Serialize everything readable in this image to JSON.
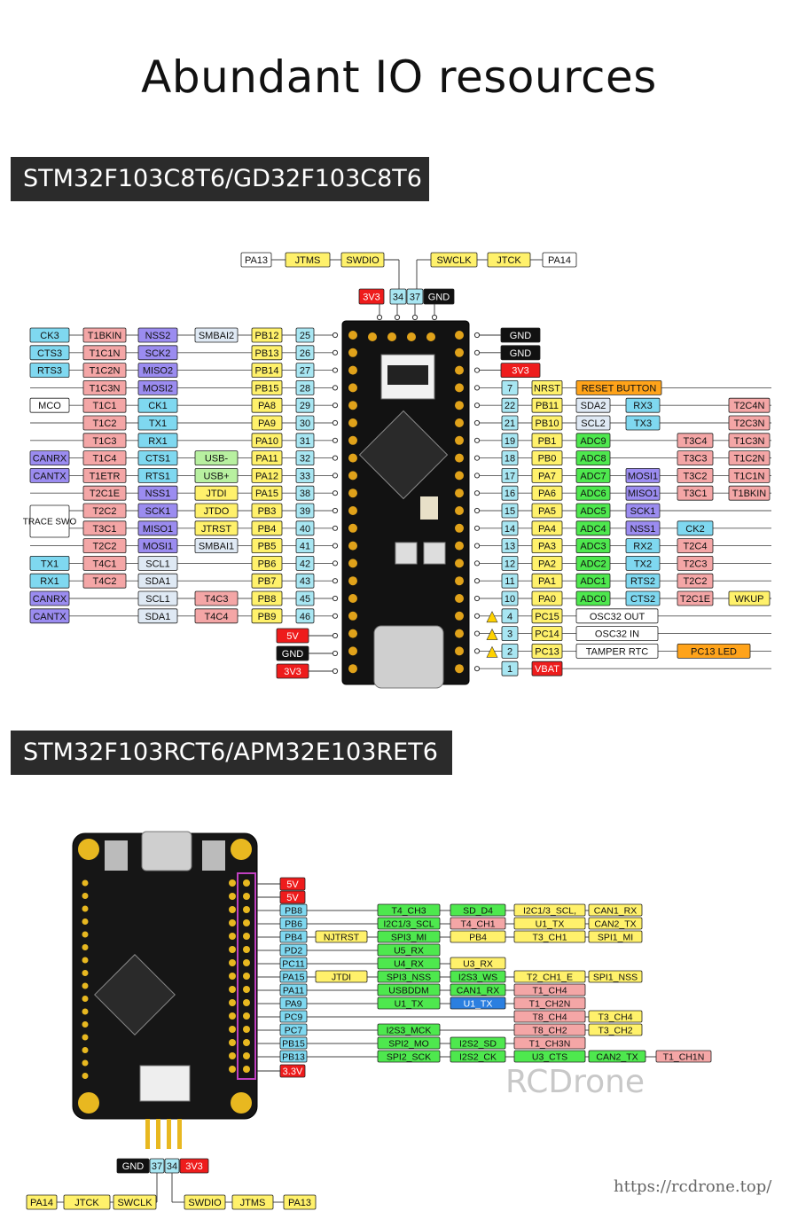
{
  "title": "Abundant IO resources",
  "section1": {
    "banner": "STM32F103C8T6/GD32F103C8T6"
  },
  "section2": {
    "banner": "STM32F103RCT6/APM32E103RET6"
  },
  "watermark": "RCDrone",
  "url": "https://rcdrone.top/",
  "colors": {
    "cyan": "#7fd8f0",
    "salmon": "#f4a6a6",
    "purple": "#9b8cf0",
    "pale": "#dfe9f4",
    "yellow": "#fff16b",
    "green": "#4ee84e",
    "red": "#ee1c1c",
    "black": "#111111",
    "orange": "#ffa31a",
    "numcyan": "#a8e6f2",
    "blue": "#2b7fe0",
    "white": "#ffffff"
  },
  "d1": {
    "top": [
      {
        "t": "PA13",
        "c": "white"
      },
      {
        "t": "JTMS",
        "c": "yellow"
      },
      {
        "t": "SWDIO",
        "c": "yellow"
      },
      {
        "t": "SWCLK",
        "c": "yellow"
      },
      {
        "t": "JTCK",
        "c": "yellow"
      },
      {
        "t": "PA14",
        "c": "white"
      },
      {
        "t": "3V3",
        "c": "red"
      },
      {
        "t": "34",
        "c": "numcyan"
      },
      {
        "t": "37",
        "c": "numcyan"
      },
      {
        "t": "GND",
        "c": "black"
      }
    ],
    "left_rows": [
      [
        {
          "t": "CK3",
          "c": "cyan"
        },
        {
          "t": "T1BKIN",
          "c": "salmon"
        },
        {
          "t": "NSS2",
          "c": "purple"
        },
        {
          "t": "SMBAI2",
          "c": "pale"
        },
        {
          "t": "PB12",
          "c": "yellow"
        },
        {
          "t": "25",
          "c": "numcyan"
        }
      ],
      [
        {
          "t": "CTS3",
          "c": "cyan"
        },
        {
          "t": "T1C1N",
          "c": "salmon"
        },
        {
          "t": "SCK2",
          "c": "purple"
        },
        null,
        {
          "t": "PB13",
          "c": "yellow"
        },
        {
          "t": "26",
          "c": "numcyan"
        }
      ],
      [
        {
          "t": "RTS3",
          "c": "cyan"
        },
        {
          "t": "T1C2N",
          "c": "salmon"
        },
        {
          "t": "MISO2",
          "c": "purple"
        },
        null,
        {
          "t": "PB14",
          "c": "yellow"
        },
        {
          "t": "27",
          "c": "numcyan"
        }
      ],
      [
        null,
        {
          "t": "T1C3N",
          "c": "salmon"
        },
        {
          "t": "MOSI2",
          "c": "purple"
        },
        null,
        {
          "t": "PB15",
          "c": "yellow"
        },
        {
          "t": "28",
          "c": "numcyan"
        }
      ],
      [
        {
          "t": "MCO",
          "c": "white"
        },
        {
          "t": "T1C1",
          "c": "salmon"
        },
        {
          "t": "CK1",
          "c": "cyan"
        },
        null,
        {
          "t": "PA8",
          "c": "yellow"
        },
        {
          "t": "29",
          "c": "numcyan"
        }
      ],
      [
        null,
        {
          "t": "T1C2",
          "c": "salmon"
        },
        {
          "t": "TX1",
          "c": "cyan"
        },
        null,
        {
          "t": "PA9",
          "c": "yellow"
        },
        {
          "t": "30",
          "c": "numcyan"
        }
      ],
      [
        null,
        {
          "t": "T1C3",
          "c": "salmon"
        },
        {
          "t": "RX1",
          "c": "cyan"
        },
        null,
        {
          "t": "PA10",
          "c": "yellow"
        },
        {
          "t": "31",
          "c": "numcyan"
        }
      ],
      [
        {
          "t": "CANRX",
          "c": "purple"
        },
        {
          "t": "T1C4",
          "c": "salmon"
        },
        {
          "t": "CTS1",
          "c": "cyan"
        },
        {
          "t": "USB-",
          "c": "green2"
        },
        {
          "t": "PA11",
          "c": "yellow"
        },
        {
          "t": "32",
          "c": "numcyan"
        }
      ],
      [
        {
          "t": "CANTX",
          "c": "purple"
        },
        {
          "t": "T1ETR",
          "c": "salmon"
        },
        {
          "t": "RTS1",
          "c": "cyan"
        },
        {
          "t": "USB+",
          "c": "green2"
        },
        {
          "t": "PA12",
          "c": "yellow"
        },
        {
          "t": "33",
          "c": "numcyan"
        }
      ],
      [
        null,
        {
          "t": "T2C1E",
          "c": "salmon"
        },
        {
          "t": "NSS1",
          "c": "purple"
        },
        {
          "t": "JTDI",
          "c": "yellow"
        },
        {
          "t": "PA15",
          "c": "yellow"
        },
        {
          "t": "38",
          "c": "numcyan"
        }
      ],
      [
        null,
        {
          "t": "T2C2",
          "c": "salmon"
        },
        {
          "t": "SCK1",
          "c": "purple"
        },
        {
          "t": "JTDO",
          "c": "yellow"
        },
        {
          "t": "PB3",
          "c": "yellow"
        },
        {
          "t": "39",
          "c": "numcyan"
        }
      ],
      [
        null,
        {
          "t": "T3C1",
          "c": "salmon"
        },
        {
          "t": "MISO1",
          "c": "purple"
        },
        {
          "t": "JTRST",
          "c": "yellow"
        },
        {
          "t": "PB4",
          "c": "yellow"
        },
        {
          "t": "40",
          "c": "numcyan"
        }
      ],
      [
        null,
        {
          "t": "T2C2",
          "c": "salmon"
        },
        {
          "t": "MOSI1",
          "c": "purple"
        },
        {
          "t": "SMBAI1",
          "c": "pale"
        },
        {
          "t": "PB5",
          "c": "yellow"
        },
        {
          "t": "41",
          "c": "numcyan"
        }
      ],
      [
        {
          "t": "TX1",
          "c": "cyan"
        },
        {
          "t": "T4C1",
          "c": "salmon"
        },
        {
          "t": "SCL1",
          "c": "pale"
        },
        null,
        {
          "t": "PB6",
          "c": "yellow"
        },
        {
          "t": "42",
          "c": "numcyan"
        }
      ],
      [
        {
          "t": "RX1",
          "c": "cyan"
        },
        {
          "t": "T4C2",
          "c": "salmon"
        },
        {
          "t": "SDA1",
          "c": "pale"
        },
        null,
        {
          "t": "PB7",
          "c": "yellow"
        },
        {
          "t": "43",
          "c": "numcyan"
        }
      ],
      [
        {
          "t": "CANRX",
          "c": "purple"
        },
        null,
        {
          "t": "SCL1",
          "c": "pale"
        },
        {
          "t": "T4C3",
          "c": "salmon"
        },
        {
          "t": "PB8",
          "c": "yellow"
        },
        {
          "t": "45",
          "c": "numcyan"
        }
      ],
      [
        {
          "t": "CANTX",
          "c": "purple"
        },
        null,
        {
          "t": "SDA1",
          "c": "pale"
        },
        {
          "t": "T4C4",
          "c": "salmon"
        },
        {
          "t": "PB9",
          "c": "yellow"
        },
        {
          "t": "46",
          "c": "numcyan"
        }
      ]
    ],
    "trace": [
      "TRACE",
      "SWO"
    ],
    "left_power": [
      {
        "t": "5V",
        "c": "red"
      },
      {
        "t": "GND",
        "c": "black"
      },
      {
        "t": "3V3",
        "c": "red"
      }
    ],
    "right_rows": [
      [
        {
          "t": "GND",
          "c": "black"
        }
      ],
      [
        {
          "t": "GND",
          "c": "black"
        }
      ],
      [
        {
          "t": "3V3",
          "c": "red"
        }
      ],
      [
        {
          "t": "7",
          "c": "numcyan"
        },
        {
          "t": "NRST",
          "c": "yellow"
        },
        {
          "t": "RESET BUTTON",
          "c": "orange"
        }
      ],
      [
        {
          "t": "22",
          "c": "numcyan"
        },
        {
          "t": "PB11",
          "c": "yellow"
        },
        {
          "t": "SDA2",
          "c": "pale"
        },
        {
          "t": "RX3",
          "c": "cyan"
        },
        null,
        {
          "t": "T2C4N",
          "c": "salmon"
        }
      ],
      [
        {
          "t": "21",
          "c": "numcyan"
        },
        {
          "t": "PB10",
          "c": "yellow"
        },
        {
          "t": "SCL2",
          "c": "pale"
        },
        {
          "t": "TX3",
          "c": "cyan"
        },
        null,
        {
          "t": "T2C3N",
          "c": "salmon"
        }
      ],
      [
        {
          "t": "19",
          "c": "numcyan"
        },
        {
          "t": "PB1",
          "c": "yellow"
        },
        {
          "t": "ADC9",
          "c": "green"
        },
        null,
        {
          "t": "T3C4",
          "c": "salmon"
        },
        {
          "t": "T1C3N",
          "c": "salmon"
        }
      ],
      [
        {
          "t": "18",
          "c": "numcyan"
        },
        {
          "t": "PB0",
          "c": "yellow"
        },
        {
          "t": "ADC8",
          "c": "green"
        },
        null,
        {
          "t": "T3C3",
          "c": "salmon"
        },
        {
          "t": "T1C2N",
          "c": "salmon"
        }
      ],
      [
        {
          "t": "17",
          "c": "numcyan"
        },
        {
          "t": "PA7",
          "c": "yellow"
        },
        {
          "t": "ADC7",
          "c": "green"
        },
        {
          "t": "MOSI1",
          "c": "purple"
        },
        {
          "t": "T3C2",
          "c": "salmon"
        },
        {
          "t": "T1C1N",
          "c": "salmon"
        }
      ],
      [
        {
          "t": "16",
          "c": "numcyan"
        },
        {
          "t": "PA6",
          "c": "yellow"
        },
        {
          "t": "ADC6",
          "c": "green"
        },
        {
          "t": "MISO1",
          "c": "purple"
        },
        {
          "t": "T3C1",
          "c": "salmon"
        },
        {
          "t": "T1BKIN",
          "c": "salmon"
        }
      ],
      [
        {
          "t": "15",
          "c": "numcyan"
        },
        {
          "t": "PA5",
          "c": "yellow"
        },
        {
          "t": "ADC5",
          "c": "green"
        },
        {
          "t": "SCK1",
          "c": "purple"
        }
      ],
      [
        {
          "t": "14",
          "c": "numcyan"
        },
        {
          "t": "PA4",
          "c": "yellow"
        },
        {
          "t": "ADC4",
          "c": "green"
        },
        {
          "t": "NSS1",
          "c": "purple"
        },
        {
          "t": "CK2",
          "c": "cyan"
        }
      ],
      [
        {
          "t": "13",
          "c": "numcyan"
        },
        {
          "t": "PA3",
          "c": "yellow"
        },
        {
          "t": "ADC3",
          "c": "green"
        },
        {
          "t": "RX2",
          "c": "cyan"
        },
        {
          "t": "T2C4",
          "c": "salmon"
        }
      ],
      [
        {
          "t": "12",
          "c": "numcyan"
        },
        {
          "t": "PA2",
          "c": "yellow"
        },
        {
          "t": "ADC2",
          "c": "green"
        },
        {
          "t": "TX2",
          "c": "cyan"
        },
        {
          "t": "T2C3",
          "c": "salmon"
        }
      ],
      [
        {
          "t": "11",
          "c": "numcyan"
        },
        {
          "t": "PA1",
          "c": "yellow"
        },
        {
          "t": "ADC1",
          "c": "green"
        },
        {
          "t": "RTS2",
          "c": "cyan"
        },
        {
          "t": "T2C2",
          "c": "salmon"
        }
      ],
      [
        {
          "t": "10",
          "c": "numcyan"
        },
        {
          "t": "PA0",
          "c": "yellow"
        },
        {
          "t": "ADC0",
          "c": "green"
        },
        {
          "t": "CTS2",
          "c": "cyan"
        },
        {
          "t": "T2C1E",
          "c": "salmon"
        },
        {
          "t": "WKUP",
          "c": "yellow"
        }
      ],
      [
        {
          "t": "4",
          "c": "numcyan"
        },
        {
          "t": "PC15",
          "c": "yellow"
        },
        {
          "t": "OSC32 OUT",
          "c": "white"
        }
      ],
      [
        {
          "t": "3",
          "c": "numcyan"
        },
        {
          "t": "PC14",
          "c": "yellow"
        },
        {
          "t": "OSC32 IN",
          "c": "white"
        }
      ],
      [
        {
          "t": "2",
          "c": "numcyan"
        },
        {
          "t": "PC13",
          "c": "yellow"
        },
        {
          "t": "TAMPER RTC",
          "c": "white"
        },
        {
          "t": "PC13 LED",
          "c": "orange"
        }
      ],
      [
        {
          "t": "1",
          "c": "numcyan"
        },
        {
          "t": "VBAT",
          "c": "red"
        }
      ]
    ]
  },
  "d2": {
    "power_top": [
      {
        "t": "5V",
        "c": "red"
      },
      {
        "t": "5V",
        "c": "red"
      }
    ],
    "rows": [
      [
        {
          "t": "PB8",
          "c": "cyan"
        },
        null,
        {
          "t": "T4_CH3",
          "c": "green"
        },
        {
          "t": "SD_D4",
          "c": "green"
        },
        {
          "t": "I2C1/3_SCL,",
          "c": "yellow"
        },
        {
          "t": "CAN1_RX",
          "c": "yellow"
        }
      ],
      [
        {
          "t": "PB6",
          "c": "cyan"
        },
        null,
        {
          "t": "I2C1/3_SCL",
          "c": "green"
        },
        {
          "t": "T4_CH1",
          "c": "salmon"
        },
        {
          "t": "U1_TX",
          "c": "yellow"
        },
        {
          "t": "CAN2_TX",
          "c": "yellow"
        }
      ],
      [
        {
          "t": "PB4",
          "c": "cyan"
        },
        {
          "t": "NJTRST",
          "c": "yellow"
        },
        {
          "t": "SPI3_MI",
          "c": "green"
        },
        {
          "t": "PB4",
          "c": "yellow"
        },
        {
          "t": "T3_CH1",
          "c": "yellow"
        },
        {
          "t": "SPI1_MI",
          "c": "yellow"
        }
      ],
      [
        {
          "t": "PD2",
          "c": "cyan"
        },
        null,
        {
          "t": "U5_RX",
          "c": "green"
        }
      ],
      [
        {
          "t": "PC11",
          "c": "cyan"
        },
        null,
        {
          "t": "U4_RX",
          "c": "green"
        },
        {
          "t": "U3_RX",
          "c": "yellow"
        }
      ],
      [
        {
          "t": "PA15",
          "c": "cyan"
        },
        {
          "t": "JTDI",
          "c": "yellow"
        },
        {
          "t": "SPI3_NSS",
          "c": "green"
        },
        {
          "t": "I2S3_WS",
          "c": "green"
        },
        {
          "t": "T2_CH1_E",
          "c": "yellow"
        },
        {
          "t": "SPI1_NSS",
          "c": "yellow"
        }
      ],
      [
        {
          "t": "PA11",
          "c": "cyan"
        },
        null,
        {
          "t": "USBDDM",
          "c": "green"
        },
        {
          "t": "CAN1_RX",
          "c": "green"
        },
        {
          "t": "T1_CH4",
          "c": "salmon"
        }
      ],
      [
        {
          "t": "PA9",
          "c": "cyan"
        },
        null,
        {
          "t": "U1_TX",
          "c": "green"
        },
        {
          "t": "U1_TX",
          "c": "blue"
        },
        {
          "t": "T1_CH2N",
          "c": "salmon"
        }
      ],
      [
        {
          "t": "PC9",
          "c": "cyan"
        },
        null,
        null,
        null,
        {
          "t": "T8_CH4",
          "c": "salmon"
        },
        {
          "t": "T3_CH4",
          "c": "yellow"
        }
      ],
      [
        {
          "t": "PC7",
          "c": "cyan"
        },
        null,
        {
          "t": "I2S3_MCK",
          "c": "green"
        },
        null,
        {
          "t": "T8_CH2",
          "c": "salmon"
        },
        {
          "t": "T3_CH2",
          "c": "yellow"
        }
      ],
      [
        {
          "t": "PB15",
          "c": "cyan"
        },
        null,
        {
          "t": "SPI2_MO",
          "c": "green"
        },
        {
          "t": "I2S2_SD",
          "c": "green"
        },
        {
          "t": "T1_CH3N",
          "c": "salmon"
        }
      ],
      [
        {
          "t": "PB13",
          "c": "cyan"
        },
        null,
        {
          "t": "SPI2_SCK",
          "c": "green"
        },
        {
          "t": "I2S2_CK",
          "c": "green"
        },
        {
          "t": "U3_CTS",
          "c": "green"
        },
        {
          "t": "CAN2_TX",
          "c": "green"
        },
        {
          "t": "T1_CH1N",
          "c": "salmon"
        }
      ]
    ],
    "power_bottom": {
      "t": "3.3V",
      "c": "red"
    },
    "bottom_row1": [
      {
        "t": "GND",
        "c": "black"
      },
      {
        "t": "37",
        "c": "numcyan"
      },
      {
        "t": "34",
        "c": "numcyan"
      },
      {
        "t": "3V3",
        "c": "red"
      }
    ],
    "bottom_row2": [
      {
        "t": "PA14",
        "c": "yellow"
      },
      {
        "t": "JTCK",
        "c": "yellow"
      },
      {
        "t": "SWCLK",
        "c": "yellow"
      },
      {
        "t": "SWDIO",
        "c": "yellow"
      },
      {
        "t": "JTMS",
        "c": "yellow"
      },
      {
        "t": "PA13",
        "c": "yellow"
      }
    ]
  }
}
